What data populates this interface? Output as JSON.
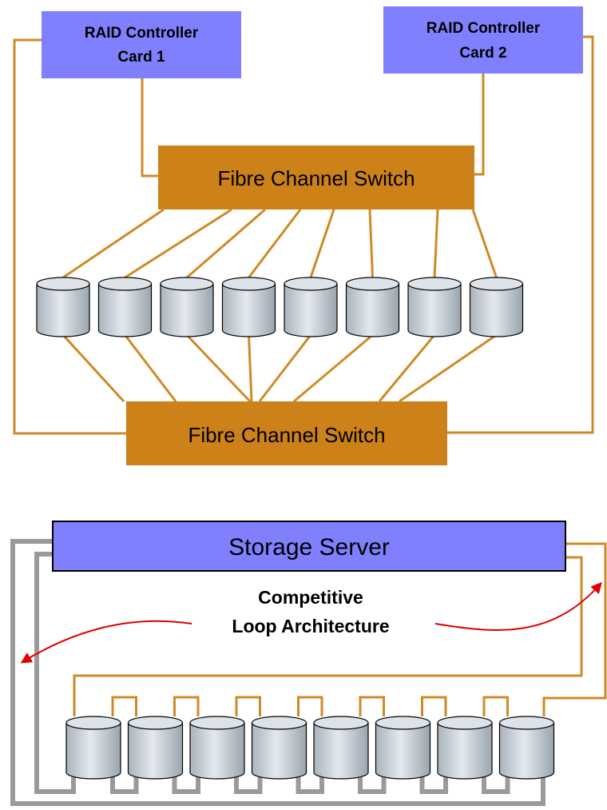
{
  "top_diagram": {
    "controller_1": [
      "RAID Controller",
      "Card 1"
    ],
    "controller_2": [
      "RAID Controller",
      "Card 2"
    ],
    "switch_top": "Fibre Channel Switch",
    "switch_bottom": "Fibre Channel Switch",
    "disk_count": 8
  },
  "bottom_diagram": {
    "server": "Storage Server",
    "caption": [
      "Competitive",
      "Loop Architecture"
    ],
    "disk_count": 8
  },
  "colors": {
    "controller_fill": "#8080ff",
    "switch_fill": "#cc8119",
    "link_orange": "#d08a25",
    "link_gray": "#9a9a9a",
    "disk_fill": "#c8d0d8",
    "arrow_red": "#e00000"
  }
}
